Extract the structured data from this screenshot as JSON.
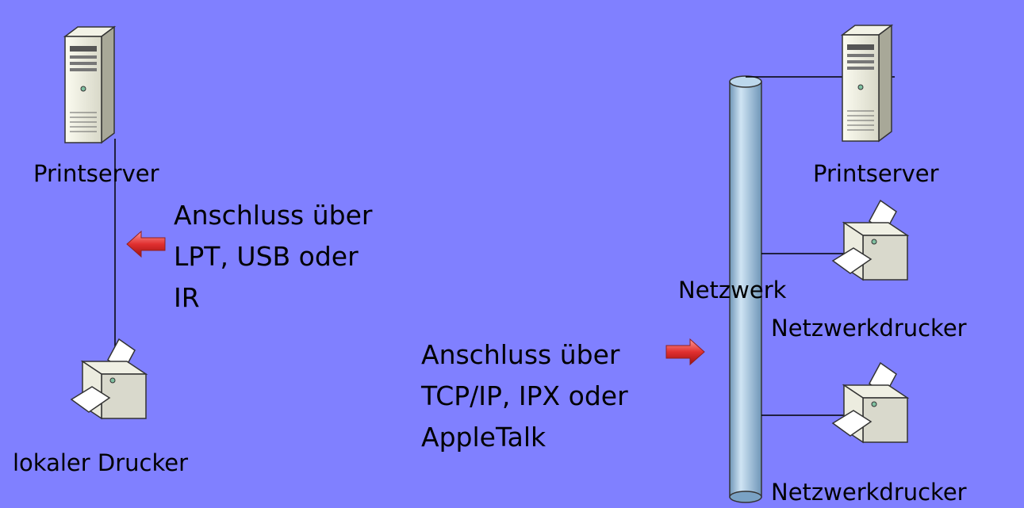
{
  "left": {
    "server_label": "Printserver",
    "connection_lines": [
      "Anschluss über",
      "LPT, USB oder",
      "IR"
    ],
    "printer_label": "lokaler Drucker"
  },
  "right": {
    "server_label": "Printserver",
    "network_label": "Netzwerk",
    "connection_lines": [
      "Anschluss über",
      "TCP/IP, IPX oder",
      "AppleTalk"
    ],
    "printer1_label": "Netzwerkdrucker",
    "printer2_label": "Netzwerkdrucker"
  },
  "colors": {
    "background": "#8080ff",
    "arrow": "#e04040",
    "network_pipe": "#9ec3e0"
  },
  "icons": [
    "server-icon",
    "printer-icon",
    "arrow-left-icon",
    "arrow-right-icon",
    "network-pipe-icon"
  ]
}
